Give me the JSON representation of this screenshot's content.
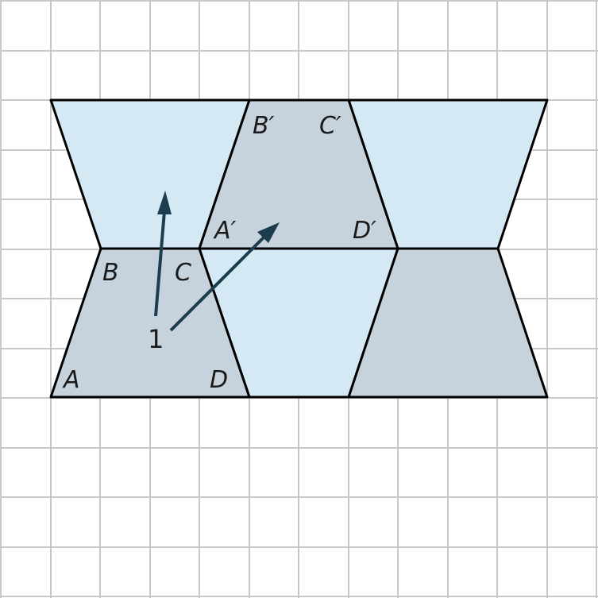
{
  "colors": {
    "grid": "#c8c8c8",
    "light_shape": "#d5e9f4",
    "gray_shape": "#c6d3dc",
    "outline": "#000000",
    "arrow": "#1c3d4e"
  },
  "labels": {
    "A": "A",
    "B": "B",
    "C": "C",
    "D": "D",
    "A_prime": "A′",
    "B_prime": "B′",
    "C_prime": "C′",
    "D_prime": "D′",
    "arrow_note": "1"
  }
}
